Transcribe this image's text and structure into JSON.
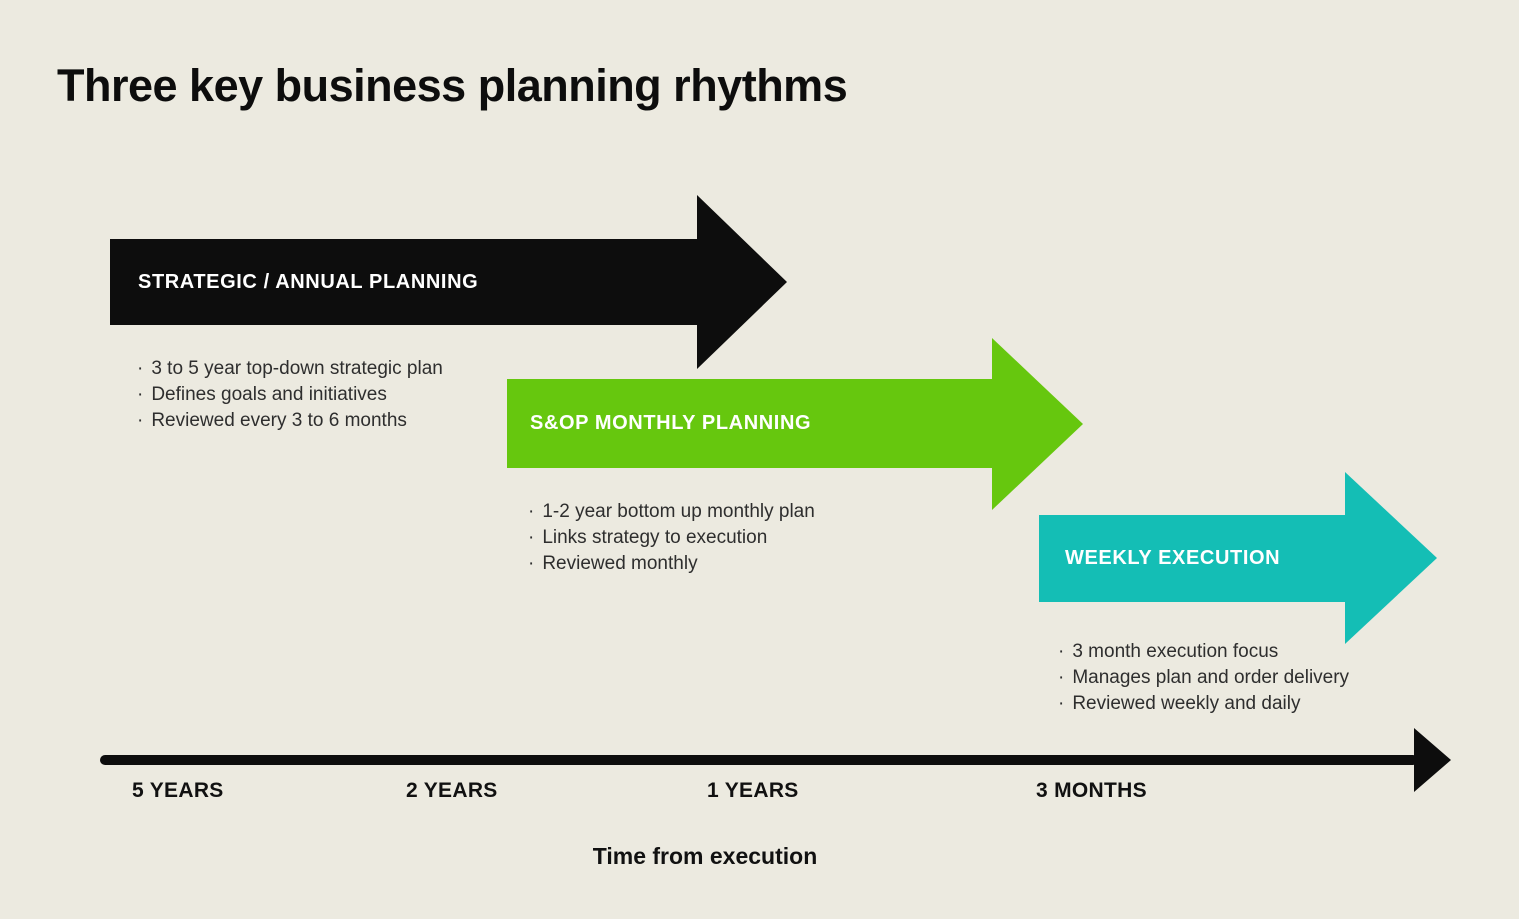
{
  "title": "Three key business planning rhythms",
  "bullet_char": "·",
  "colors": {
    "background": "#ECEAE0",
    "strategic_arrow": "#0D0D0D",
    "sop_arrow": "#66C70E",
    "weekly_arrow": "#14BEB5",
    "body_text": "#2E2E2E",
    "arrow_label_text": "#FFFFFF"
  },
  "arrows": [
    {
      "label": "STRATEGIC / ANNUAL PLANNING",
      "color": "#0D0D0D",
      "bullets": [
        "3 to 5 year top-down strategic plan",
        "Defines goals and initiatives",
        "Reviewed every 3 to 6 months"
      ]
    },
    {
      "label": "S&OP MONTHLY PLANNING",
      "color": "#66C70E",
      "bullets": [
        "1-2 year bottom up monthly plan",
        "Links strategy to execution",
        "Reviewed monthly"
      ]
    },
    {
      "label": "WEEKLY EXECUTION",
      "color": "#14BEB5",
      "bullets": [
        "3 month execution focus",
        "Manages plan and order delivery",
        "Reviewed weekly and daily"
      ]
    }
  ],
  "timeline": {
    "ticks": [
      "5 YEARS",
      "2 YEARS",
      "1 YEARS",
      "3 MONTHS"
    ],
    "axis_label": "Time from execution"
  }
}
